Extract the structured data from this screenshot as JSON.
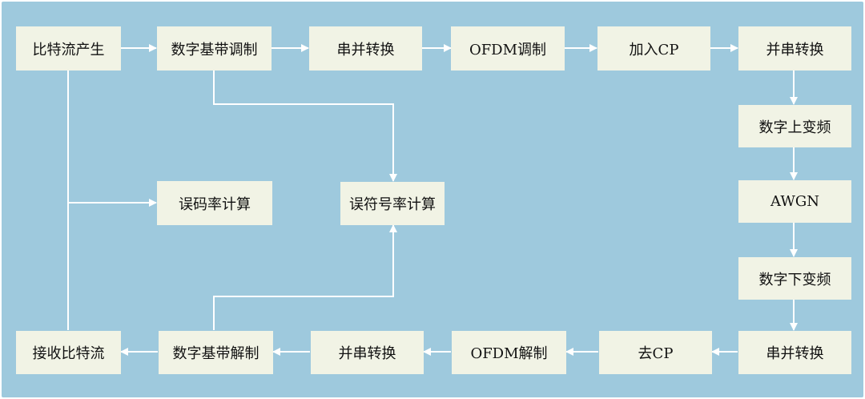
{
  "diagram": {
    "colors": {
      "background": "#9ec9dd",
      "box_fill": "#f1f3e5",
      "connector": "#ffffff",
      "text": "#111111"
    },
    "nodes": {
      "bitstream_gen": "比特流产生",
      "digital_baseband_mod": "数字基带调制",
      "serial_to_parallel_tx": "串并转换",
      "ofdm_mod": "OFDM调制",
      "add_cp": "加入CP",
      "parallel_to_serial_tx": "并串转换",
      "digital_upconvert": "数字上变频",
      "awgn": "AWGN",
      "digital_downconvert": "数字下变频",
      "serial_to_parallel_rx": "串并转换",
      "remove_cp": "去CP",
      "ofdm_demod": "OFDM解制",
      "parallel_to_serial_rx": "并串转换",
      "digital_baseband_demod": "数字基带解制",
      "receive_bitstream": "接收比特流",
      "ber_calc": "误码率计算",
      "ser_calc": "误符号率计算"
    }
  }
}
